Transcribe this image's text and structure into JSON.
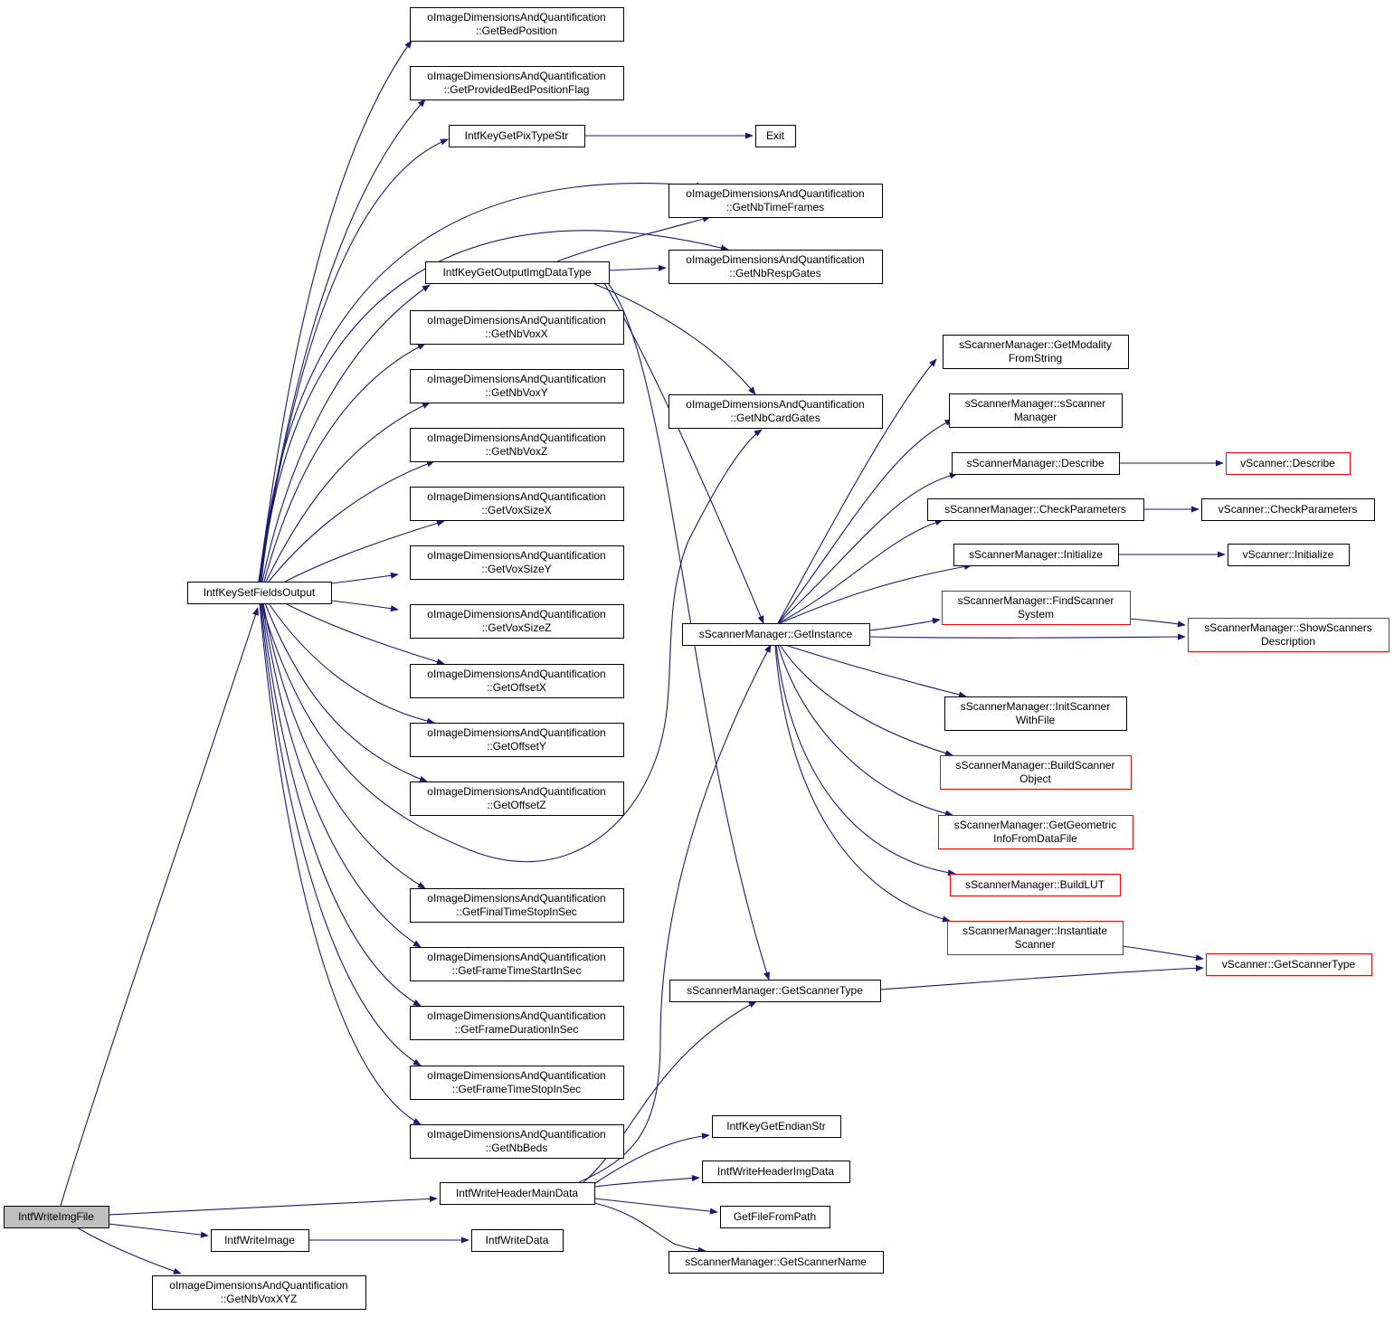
{
  "diagram": {
    "type": "call-graph",
    "colors": {
      "edge": "#191970",
      "node_border": "#000000",
      "truncated_border": "#ff0000",
      "root_fill": "#bfbfbf"
    },
    "nodes": {
      "n_root": [
        "IntfWriteImgFile"
      ],
      "n_setfields": [
        "IntfKeySetFieldsOutput"
      ],
      "n_bedpos": [
        "oImageDimensionsAndQuantification",
        "::GetBedPosition"
      ],
      "n_bedflag": [
        "oImageDimensionsAndQuantification",
        "::GetProvidedBedPositionFlag"
      ],
      "n_pixtype": [
        "IntfKeyGetPixTypeStr"
      ],
      "n_exit": [
        "Exit"
      ],
      "n_timeframes": [
        "oImageDimensionsAndQuantification",
        "::GetNbTimeFrames"
      ],
      "n_outtype": [
        "IntfKeyGetOutputImgDataType"
      ],
      "n_respgates": [
        "oImageDimensionsAndQuantification",
        "::GetNbRespGates"
      ],
      "n_voxx": [
        "oImageDimensionsAndQuantification",
        "::GetNbVoxX"
      ],
      "n_voxy": [
        "oImageDimensionsAndQuantification",
        "::GetNbVoxY"
      ],
      "n_voxz": [
        "oImageDimensionsAndQuantification",
        "::GetNbVoxZ"
      ],
      "n_sizex": [
        "oImageDimensionsAndQuantification",
        "::GetVoxSizeX"
      ],
      "n_sizey": [
        "oImageDimensionsAndQuantification",
        "::GetVoxSizeY"
      ],
      "n_sizez": [
        "oImageDimensionsAndQuantification",
        "::GetVoxSizeZ"
      ],
      "n_offx": [
        "oImageDimensionsAndQuantification",
        "::GetOffsetX"
      ],
      "n_offy": [
        "oImageDimensionsAndQuantification",
        "::GetOffsetY"
      ],
      "n_offz": [
        "oImageDimensionsAndQuantification",
        "::GetOffsetZ"
      ],
      "n_finalstop": [
        "oImageDimensionsAndQuantification",
        "::GetFinalTimeStopInSec"
      ],
      "n_framestart": [
        "oImageDimensionsAndQuantification",
        "::GetFrameTimeStartInSec"
      ],
      "n_framedur": [
        "oImageDimensionsAndQuantification",
        "::GetFrameDurationInSec"
      ],
      "n_framestop": [
        "oImageDimensionsAndQuantification",
        "::GetFrameTimeStopInSec"
      ],
      "n_nbbeds": [
        "oImageDimensionsAndQuantification",
        "::GetNbBeds"
      ],
      "n_cardgates": [
        "oImageDimensionsAndQuantification",
        "::GetNbCardGates"
      ],
      "n_getinstance": [
        "sScannerManager::GetInstance"
      ],
      "n_scannertype": [
        "sScannerManager::GetScannerType"
      ],
      "n_modality": [
        "sScannerManager::GetModality",
        "FromString"
      ],
      "n_sscanmgr": [
        "sScannerManager::sScanner",
        "Manager"
      ],
      "n_describe": [
        "sScannerManager::Describe"
      ],
      "n_checkparams": [
        "sScannerManager::CheckParameters"
      ],
      "n_initialize": [
        "sScannerManager::Initialize"
      ],
      "n_findscanner": [
        "sScannerManager::FindScanner",
        "System"
      ],
      "n_initscanner": [
        "sScannerManager::InitScanner",
        "WithFile"
      ],
      "n_buildobj": [
        "sScannerManager::BuildScanner",
        "Object"
      ],
      "n_geominfo": [
        "sScannerManager::GetGeometric",
        "InfoFromDataFile"
      ],
      "n_buildlut": [
        "sScannerManager::BuildLUT"
      ],
      "n_instantiate": [
        "sScannerManager::Instantiate",
        "Scanner"
      ],
      "n_vdescribe": [
        "vScanner::Describe"
      ],
      "n_vcheck": [
        "vScanner::CheckParameters"
      ],
      "n_vinit": [
        "vScanner::Initialize"
      ],
      "n_showdesc": [
        "sScannerManager::ShowScanners",
        "Description"
      ],
      "n_vtype": [
        "vScanner::GetScannerType"
      ],
      "n_endian": [
        "IntfKeyGetEndianStr"
      ],
      "n_headermain": [
        "IntfWriteHeaderMainData"
      ],
      "n_headerimg": [
        "IntfWriteHeaderImgData"
      ],
      "n_filefrompath": [
        "GetFileFromPath"
      ],
      "n_scannername": [
        "sScannerManager::GetScannerName"
      ],
      "n_writeimage": [
        "IntfWriteImage"
      ],
      "n_writedata": [
        "IntfWriteData"
      ],
      "n_voxxyz": [
        "oImageDimensionsAndQuantification",
        "::GetNbVoxXYZ"
      ]
    }
  }
}
